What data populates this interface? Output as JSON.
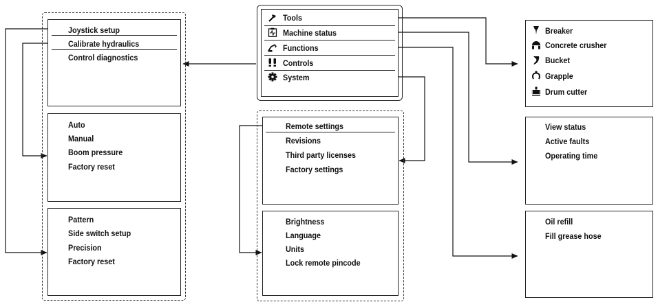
{
  "main_menu": {
    "items": [
      {
        "label": "Tools",
        "icon": "hammer-icon"
      },
      {
        "label": "Machine status",
        "icon": "clipboard-pulse-icon"
      },
      {
        "label": "Functions",
        "icon": "excavator-arm-icon"
      },
      {
        "label": "Controls",
        "icon": "joystick-icon"
      },
      {
        "label": "System",
        "icon": "gear-icon"
      }
    ]
  },
  "controls_menu": {
    "items": [
      "Joystick setup",
      "Calibrate hydraulics",
      "Control diagnostics"
    ]
  },
  "hydraulics_menu": {
    "items": [
      "Auto",
      "Manual",
      "Boom pressure",
      "Factory reset"
    ]
  },
  "joystick_menu": {
    "items": [
      "Pattern",
      "Side switch setup",
      "Precision",
      "Factory reset"
    ]
  },
  "system_menu": {
    "items": [
      "Remote settings",
      "Revisions",
      "Third party licenses",
      "Factory settings"
    ]
  },
  "remote_menu": {
    "items": [
      "Brightness",
      "Language",
      "Units",
      "Lock remote pincode"
    ]
  },
  "tools_menu": {
    "items": [
      {
        "label": "Breaker",
        "icon": "breaker-icon"
      },
      {
        "label": "Concrete crusher",
        "icon": "crusher-icon"
      },
      {
        "label": "Bucket",
        "icon": "bucket-icon"
      },
      {
        "label": "Grapple",
        "icon": "grapple-icon"
      },
      {
        "label": "Drum cutter",
        "icon": "drum-cutter-icon"
      }
    ]
  },
  "status_menu": {
    "items": [
      "View status",
      "Active faults",
      "Operating time"
    ]
  },
  "functions_menu": {
    "items": [
      "Oil refill",
      "Fill grease hose"
    ]
  }
}
